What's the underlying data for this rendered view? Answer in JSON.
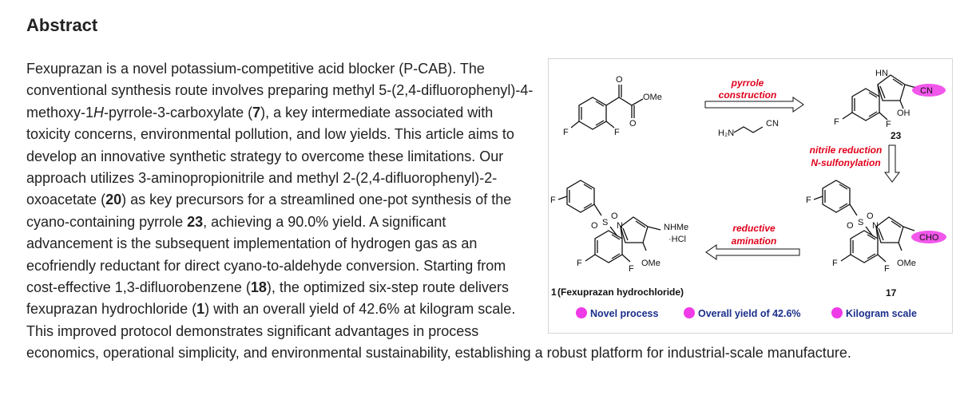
{
  "heading": "Abstract",
  "abstract": {
    "s1": "Fexuprazan is a novel potassium-competitive acid blocker (P-CAB). The conventional synthesis route involves preparing methyl 5-(2,4-difluorophenyl)-4-methoxy-1",
    "s1_italic": "H",
    "s1b": "-pyrrole-3-carboxylate (",
    "n7": "7",
    "s2": "), a key intermediate associated with toxicity concerns, environmental pollution, and low yields. This article aims to develop an innovative synthetic strategy to overcome these limitations. Our approach utilizes 3-aminopropionitrile and methyl 2-(2,4-difluorophenyl)-2-oxoacetate (",
    "n20": "20",
    "s3": ") as key precursors for a streamlined one-pot synthesis of the cyano-containing pyrrole ",
    "n23": "23",
    "s4": ", achieving a 90.0% yield. A significant advancement is the subsequent implementation of hydrogen gas as an ecofriendly reductant for direct cyano-to-aldehyde conversion. Starting from cost-effective 1,3-difluorobenzene (",
    "n18": "18",
    "s5": "), the optimized six-step route delivers fexuprazan hydrochloride (",
    "n1": "1",
    "s6": ") with an overall yield of 42.6% at kilogram scale. This improved protocol demonstrates significant advantages in process economics, operational simplicity, and environmental sustainability, establishing a robust platform for industrial-scale manufacture."
  },
  "toc": {
    "step1_line1": "pyrrole",
    "step1_line2": "construction",
    "step2_line1": "nitrile reduction",
    "step2_line2": "N-sulfonylation",
    "step3_line1": "reductive",
    "step3_line2": "amination",
    "label_ome": "OMe",
    "label_f": "F",
    "label_o": "O",
    "label_hn": "HN",
    "label_n": "N",
    "label_s": "S",
    "label_cn": "CN",
    "label_oh": "OH",
    "label_cho": "CHO",
    "label_nhme": "NHMe",
    "label_hcl": "·HCl",
    "reagent": "H₂N",
    "compound_23": "23",
    "compound_17": "17",
    "compound_1": "1",
    "compound_1_name": "(Fexuprazan hydrochloride)",
    "bullets": [
      "Novel process",
      "Overall yield of 42.6%",
      "Kilogram scale"
    ],
    "highlight_color": "#ef3ae8",
    "red_color": "#e0001b",
    "bullet_text_color": "#1a2e8a"
  }
}
